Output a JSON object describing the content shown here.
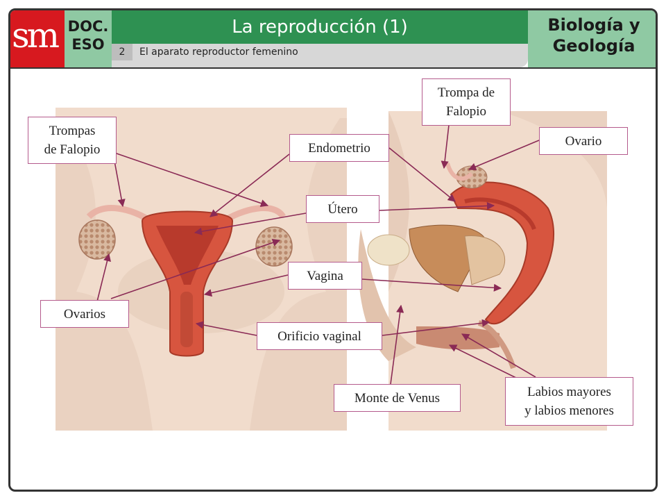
{
  "header": {
    "logo": "sm",
    "doc_line1": "DOC.",
    "doc_line2": "ESO",
    "title": "La reproducción (1)",
    "section_number": "2",
    "section_title": "El aparato reproductor femenino",
    "subject_line1": "Biología y",
    "subject_line2": "Geología"
  },
  "labels": {
    "trompas_falopio_line1": "Trompas",
    "trompas_falopio_line2": "de Falopio",
    "trompa_falopio_line1": "Trompa de",
    "trompa_falopio_line2": "Falopio",
    "ovario": "Ovario",
    "endometrio": "Endometrio",
    "utero": "Útero",
    "vagina": "Vagina",
    "ovarios": "Ovarios",
    "orificio_vaginal": "Orificio vaginal",
    "monte_venus": "Monte de Venus",
    "labios_line1": "Labios mayores",
    "labios_line2": "y labios menores"
  },
  "colors": {
    "header_green": "#2e9152",
    "header_light_green": "#8fc9a3",
    "logo_red": "#d7191f",
    "label_border": "#b45a8c",
    "arrow": "#8a2a55"
  }
}
